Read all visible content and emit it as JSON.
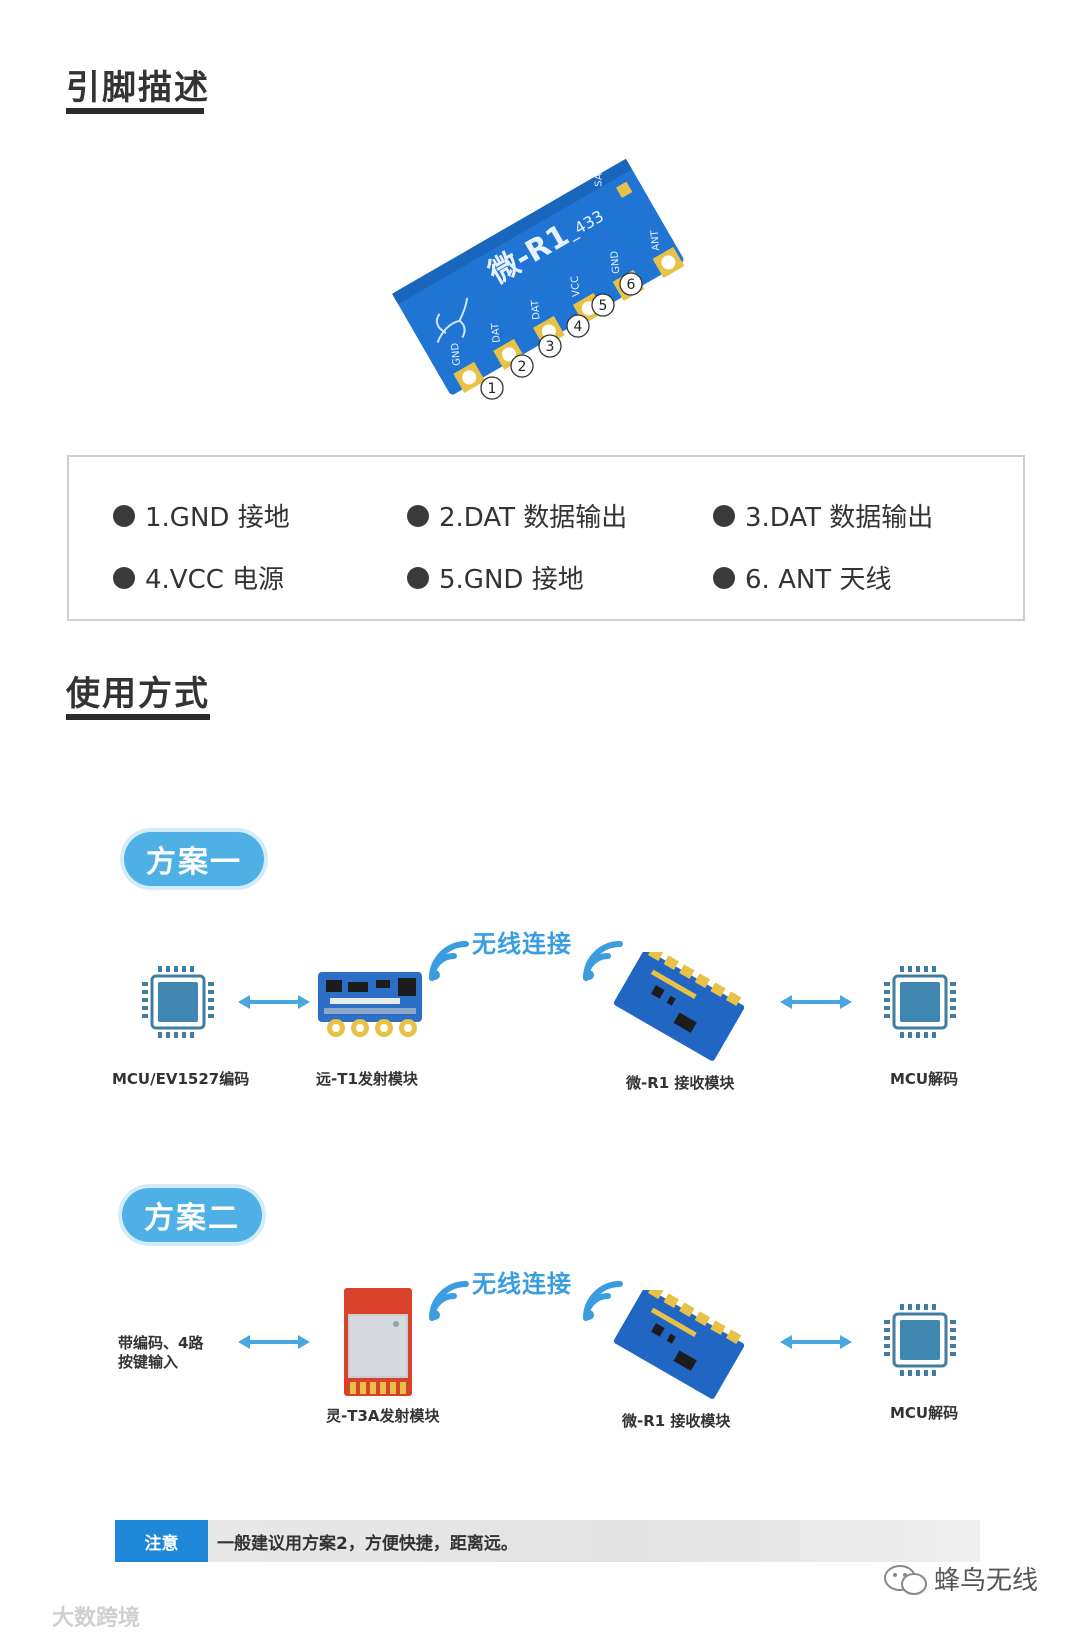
{
  "sections": {
    "pin_title": "引脚描述",
    "usage_title": "使用方式"
  },
  "module": {
    "name": "微-R1",
    "suffix": "_433",
    "sa_label": "SA",
    "pin_labels": [
      "GND",
      "DAT",
      "DAT",
      "VCC",
      "GND",
      "ANT"
    ],
    "pin_numbers": [
      "1",
      "2",
      "3",
      "4",
      "5",
      "6"
    ]
  },
  "pins": [
    {
      "text": "1.GND 接地"
    },
    {
      "text": "2.DAT 数据输出"
    },
    {
      "text": "3.DAT 数据输出"
    },
    {
      "text": "4.VCC 电源"
    },
    {
      "text": "5.GND 接地"
    },
    {
      "text": "6. ANT 天线"
    }
  ],
  "scheme1": {
    "label": "方案一",
    "wireless": "无线连接",
    "captions": {
      "mcu_encode": "MCU/EV1527编码",
      "transmitter": "远-T1发射模块",
      "receiver": "微-R1 接收模块",
      "mcu_decode": "MCU解码"
    }
  },
  "scheme2": {
    "label": "方案二",
    "wireless": "无线连接",
    "captions": {
      "input": "带编码、4路\n按键输入",
      "transmitter": "灵-T3A发射模块",
      "receiver": "微-R1 接收模块",
      "mcu_decode": "MCU解码"
    }
  },
  "note": {
    "tag": "注意",
    "text": "一般建议用方案2，方便快捷，距离远。"
  },
  "watermarks": {
    "brand": "蜂鸟无线",
    "corner": "大数跨境"
  },
  "colors": {
    "accent_blue": "#4fb0e6",
    "note_blue": "#1f88d9",
    "module_blue": "#1f74d4",
    "pad_gold": "#e8c246"
  }
}
